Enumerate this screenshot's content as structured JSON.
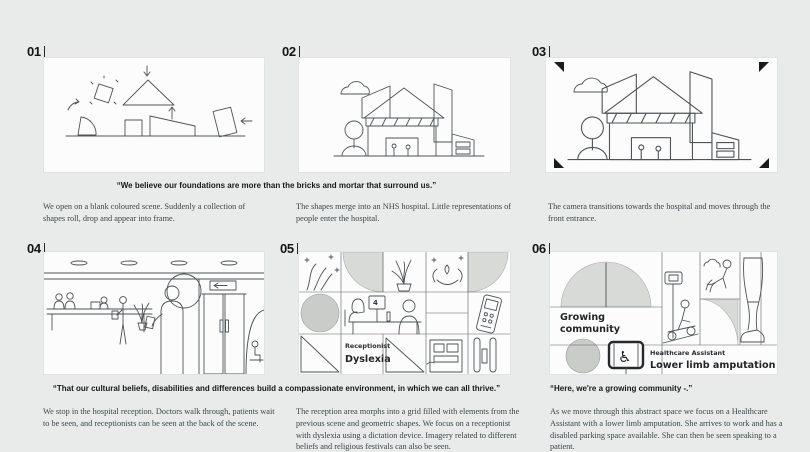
{
  "theme": {
    "background": "#e8ebe9",
    "panel_background": "#fcfcfc",
    "line_ink": "#4d5356",
    "gray_fill": "#c9ccc9",
    "gray_fill_light": "#d7dad7",
    "caption_color": "#3b444c",
    "quote_color": "#15181b"
  },
  "storyboard": {
    "panels": [
      {
        "number": "01",
        "caption": "We open on a blank coloured scene. Suddenly a collection of shapes roll, drop and appear into frame."
      },
      {
        "number": "02",
        "caption": "The shapes merge into an NHS hospital. Little representations of people enter the hospital."
      },
      {
        "number": "03",
        "caption": "The camera transitions towards the hospital and moves through the front entrance."
      },
      {
        "number": "04",
        "caption": "We stop in the hospital reception. Doctors walk through, patients wait to be seen, and receptionists can be seen at the back of the scene."
      },
      {
        "number": "05",
        "caption": "The reception area morphs into a grid filled with elements from the previous scene and geometric shapes. We focus on a receptionist with dyslexia using a dictation device. Imagery related to different beliefs and religious festivals can also be seen.",
        "monitor_digit": "4",
        "role_label": "Receptionist",
        "condition_label": "Dyslexia"
      },
      {
        "number": "06",
        "caption": "As we move through this abstract space we focus on a Healthcare Assistant with a lower limb amputation. She arrives to work and has a disabled parking space available. She can then be seen speaking to a patient.",
        "community_label": "Growing community",
        "role_label": "Healthcare Assistant",
        "condition_label": "Lower limb amputation",
        "wheelchair_symbol": "♿"
      }
    ],
    "quotes": [
      "“We believe our foundations are more than the bricks and mortar that surround us.”",
      "“That our cultural beliefs, disabilities and differences build a compassionate environment, in which we can all thrive.”",
      "“Here, we're a growing community -.”"
    ]
  }
}
